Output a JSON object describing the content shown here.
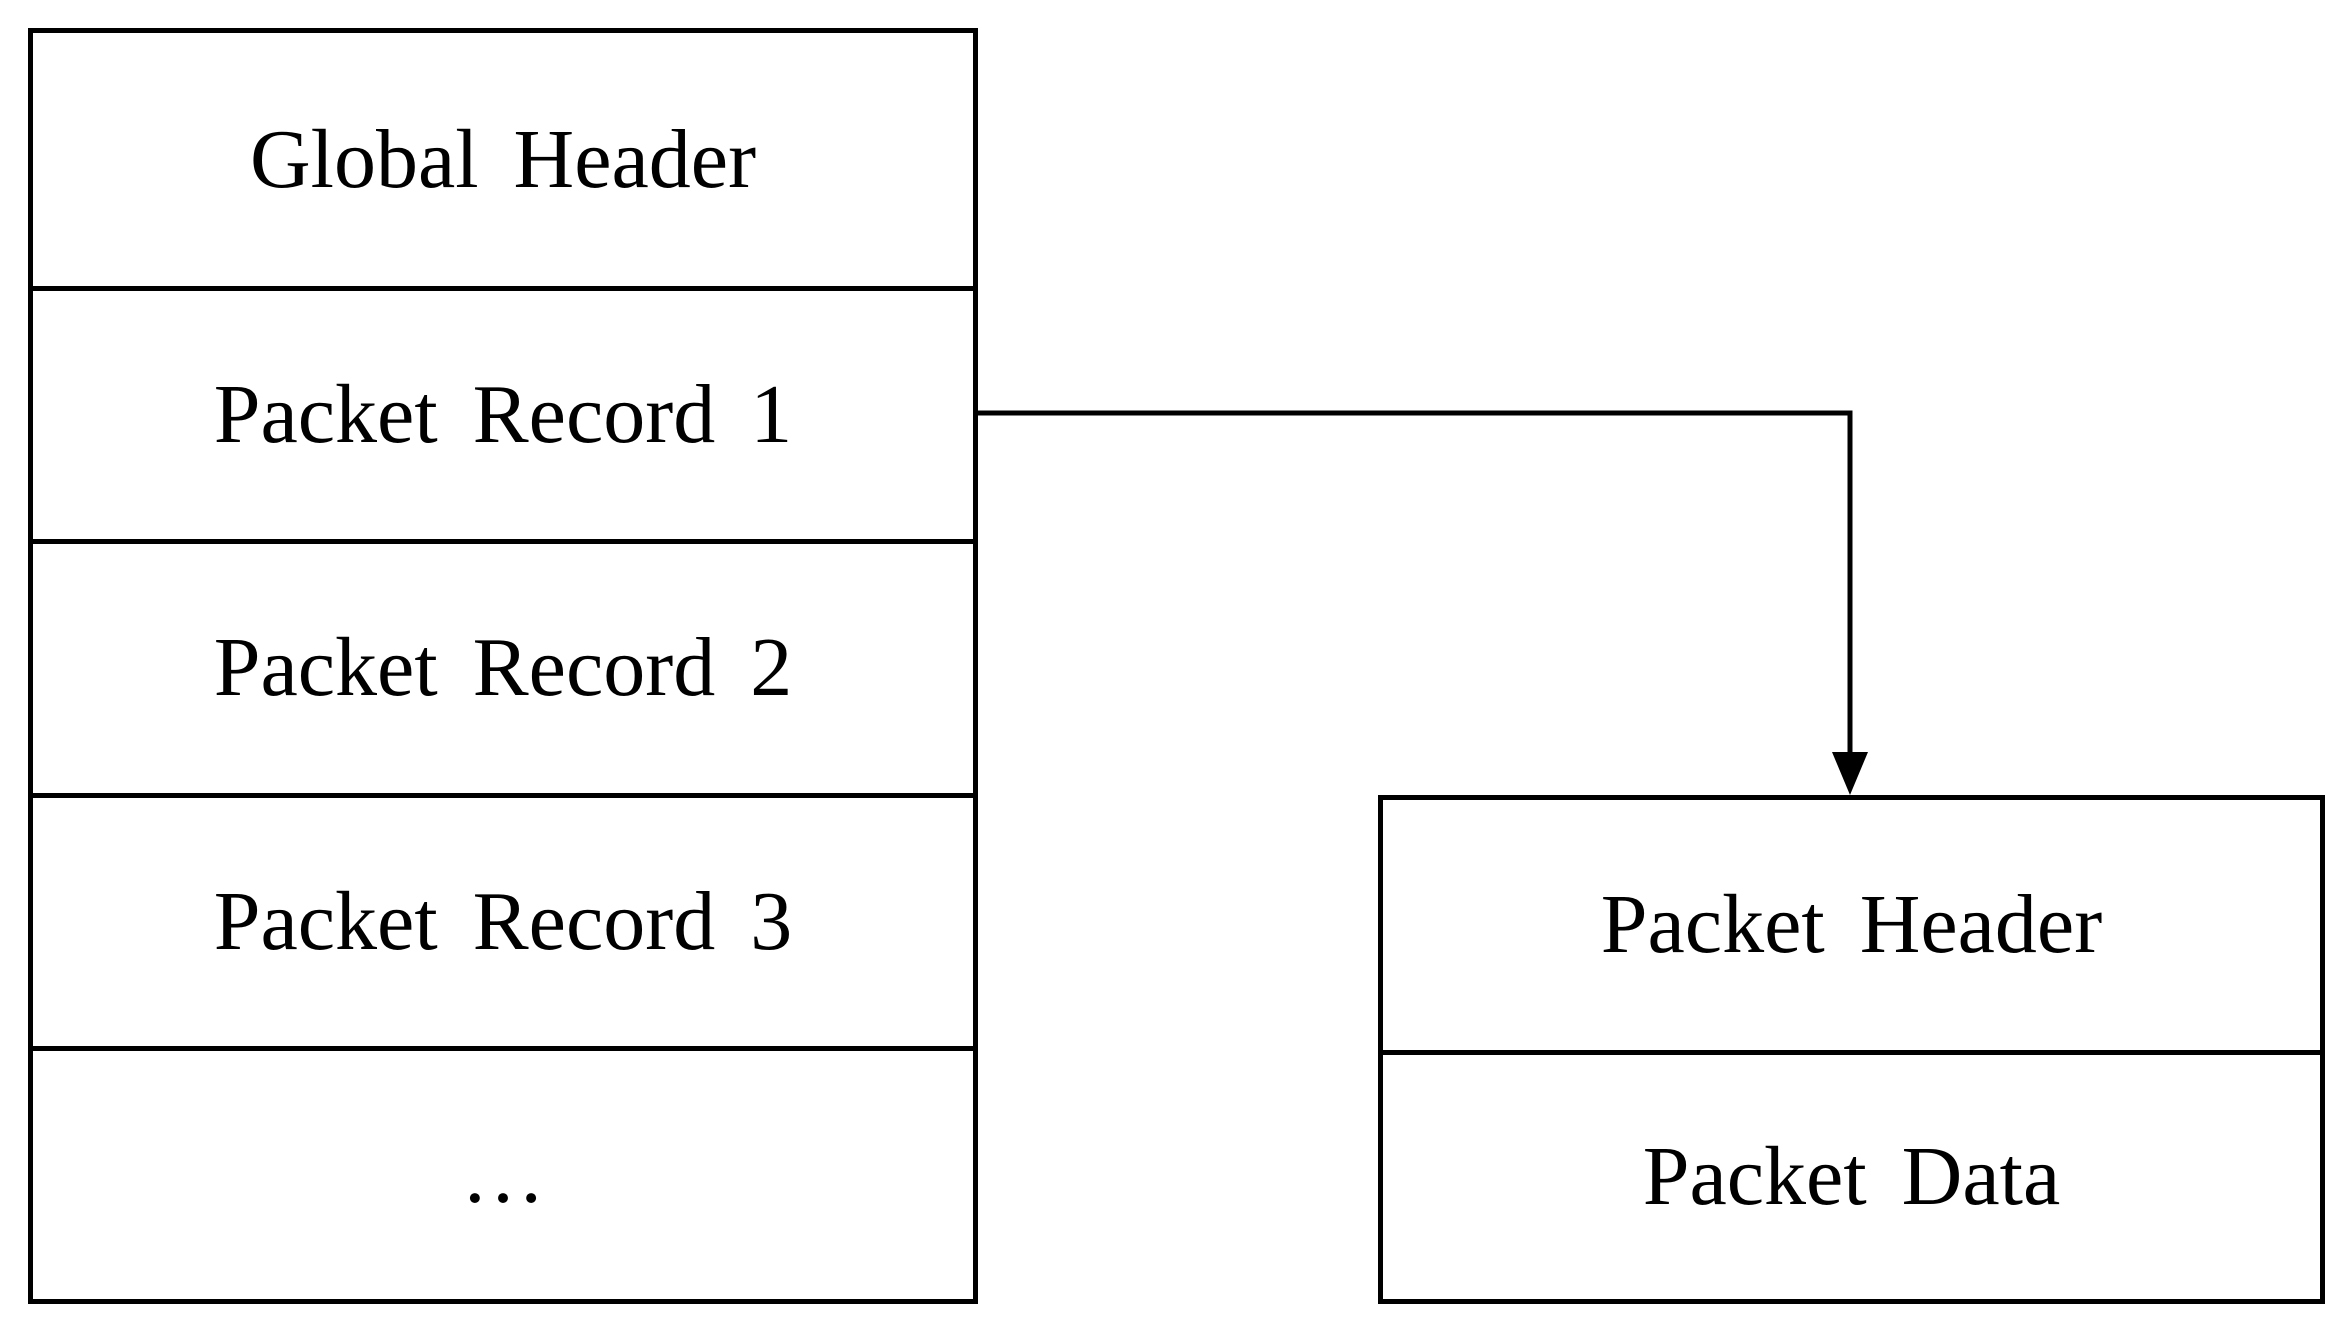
{
  "file_structure": {
    "rows": [
      "Global Header",
      "Packet Record 1",
      "Packet Record 2",
      "Packet Record 3",
      "…"
    ]
  },
  "packet_record": {
    "rows": [
      "Packet Header",
      "Packet Data"
    ]
  },
  "colors": {
    "stroke": "#000000",
    "background": "#ffffff"
  }
}
